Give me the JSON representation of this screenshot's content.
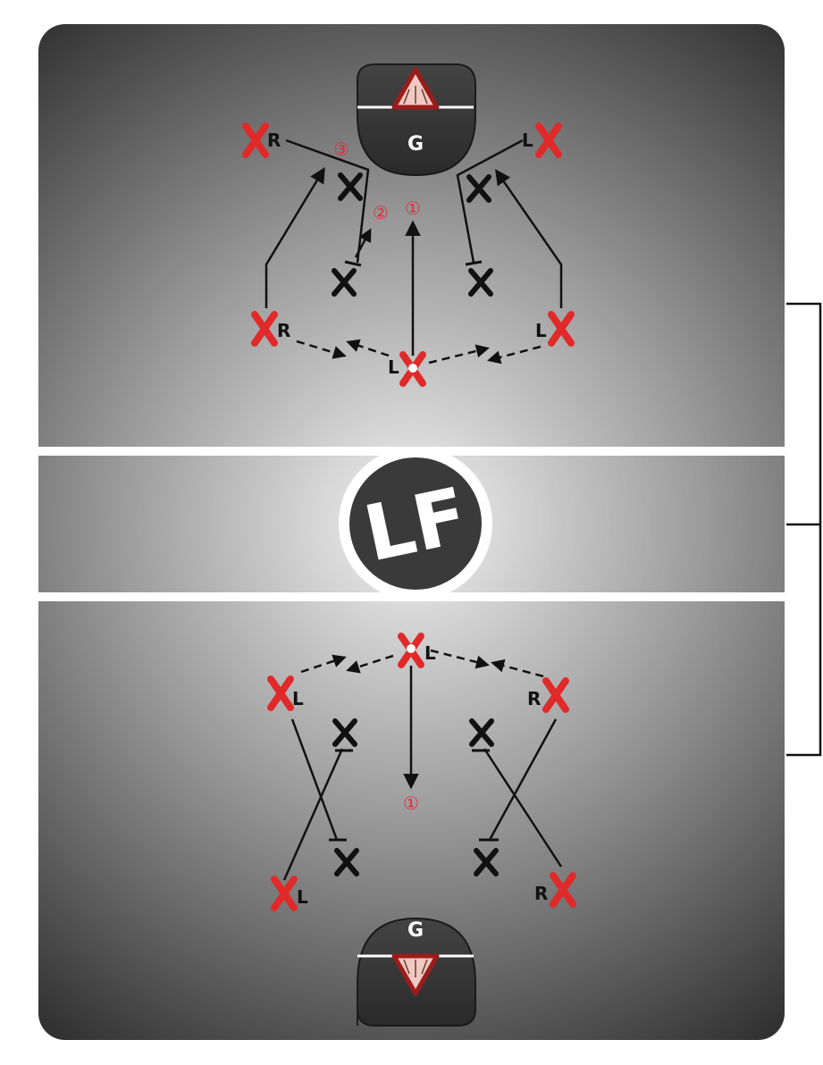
{
  "colors": {
    "field_center": "#f2f2f2",
    "field_edge": "#2b2b2b",
    "line": "#111111",
    "attacker": "#e02a2a",
    "defender": "#111111",
    "number": "#e8283c",
    "crease": "#333333",
    "goal_triangle": "#9b1c1c"
  },
  "goals": {
    "top_label": "G",
    "bottom_label": "G"
  },
  "logo": {
    "text": "LF",
    "icon": "lf-logo-icon"
  },
  "top_play": {
    "labels": {
      "left_wing": "R",
      "right_wing": "L",
      "left_point": "R",
      "right_point": "L",
      "ball_carrier": "L"
    },
    "numbers": {
      "one": "①",
      "two": "②",
      "three": "③"
    }
  },
  "bottom_play": {
    "labels": {
      "ball_carrier": "L",
      "left_point": "L",
      "right_point": "R",
      "left_wing": "L",
      "right_wing": "R"
    },
    "numbers": {
      "one": "①"
    }
  }
}
